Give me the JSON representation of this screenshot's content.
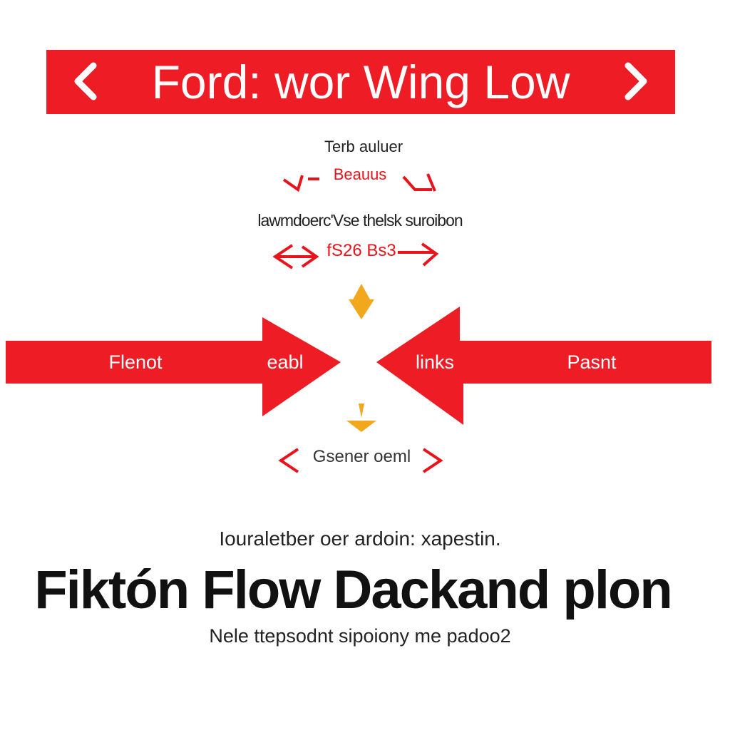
{
  "banner": {
    "title": "Ford: wor Wing Low",
    "prev_icon": "chevron-left-icon",
    "next_icon": "chevron-right-icon",
    "color": "#ee1c25"
  },
  "labels": {
    "line1": "Terb auluer",
    "line2": "Beauus",
    "line3": "lawmdoerc'Vse thelsk suroibon",
    "line4": "fS26 Bs3",
    "line5": "Gsener oeml"
  },
  "arrows": {
    "left_outer": "Flenot",
    "left_inner": "eabl",
    "right_inner": "links",
    "right_outer": "Pasnt",
    "accent_color": "#ee1c25",
    "marker_color": "#f2a81d"
  },
  "bottom": {
    "caption": "Iouraletber oer ardoin: xapestin.",
    "heading": "Fiktón Flow Dackand plon",
    "note": "Nele ttepsodnt sipoiony me padoo2"
  }
}
